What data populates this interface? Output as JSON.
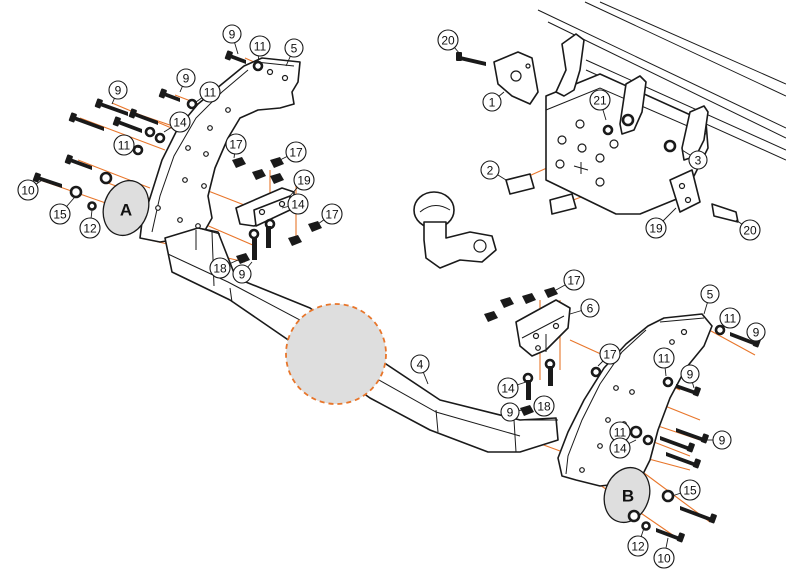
{
  "colors": {
    "guide": "#e8762b",
    "detail_fill": "#dedede",
    "detail_stroke": "#e8762b",
    "ink": "#1a1a1a"
  },
  "callouts": [
    {
      "id": "c-9-a",
      "text": "9"
    },
    {
      "id": "c-11-a",
      "text": "11"
    },
    {
      "id": "c-5-a",
      "text": "5"
    },
    {
      "id": "c-9-b",
      "text": "9"
    },
    {
      "id": "c-11-b",
      "text": "11"
    },
    {
      "id": "c-9-c",
      "text": "9"
    },
    {
      "id": "c-14-a",
      "text": "14"
    },
    {
      "id": "c-11-c",
      "text": "11"
    },
    {
      "id": "c-17-a",
      "text": "17"
    },
    {
      "id": "c-17-b",
      "text": "17"
    },
    {
      "id": "c-10-a",
      "text": "10"
    },
    {
      "id": "c-15-a",
      "text": "15"
    },
    {
      "id": "c-12-a",
      "text": "12"
    },
    {
      "id": "c-19-a",
      "text": "19"
    },
    {
      "id": "c-14-b",
      "text": "14"
    },
    {
      "id": "c-17-c",
      "text": "17"
    },
    {
      "id": "c-18-a",
      "text": "18"
    },
    {
      "id": "c-9-d",
      "text": "9"
    },
    {
      "id": "c-20-a",
      "text": "20"
    },
    {
      "id": "c-1",
      "text": "1"
    },
    {
      "id": "c-21",
      "text": "21"
    },
    {
      "id": "c-2",
      "text": "2"
    },
    {
      "id": "c-3",
      "text": "3"
    },
    {
      "id": "c-19-b",
      "text": "19"
    },
    {
      "id": "c-20-b",
      "text": "20"
    },
    {
      "id": "c-4",
      "text": "4"
    },
    {
      "id": "c-17-d",
      "text": "17"
    },
    {
      "id": "c-6",
      "text": "6"
    },
    {
      "id": "c-5-b",
      "text": "5"
    },
    {
      "id": "c-11-d",
      "text": "11"
    },
    {
      "id": "c-9-e",
      "text": "9"
    },
    {
      "id": "c-17-e",
      "text": "17"
    },
    {
      "id": "c-11-e",
      "text": "11"
    },
    {
      "id": "c-9-f",
      "text": "9"
    },
    {
      "id": "c-14-c",
      "text": "14"
    },
    {
      "id": "c-18-b",
      "text": "18"
    },
    {
      "id": "c-9-g",
      "text": "9"
    },
    {
      "id": "c-11-f",
      "text": "11"
    },
    {
      "id": "c-9-h",
      "text": "9"
    },
    {
      "id": "c-14-d",
      "text": "14"
    },
    {
      "id": "c-15-b",
      "text": "15"
    },
    {
      "id": "c-12-b",
      "text": "12"
    },
    {
      "id": "c-10-b",
      "text": "10"
    }
  ],
  "detail_labels": {
    "a": "A",
    "b": "B"
  }
}
